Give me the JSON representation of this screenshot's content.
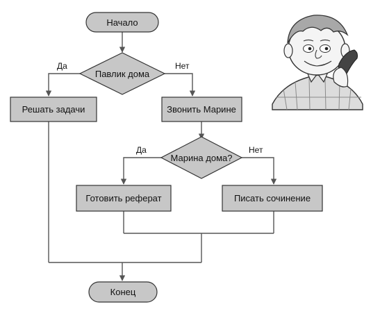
{
  "flowchart": {
    "start": "Начало",
    "decision1": {
      "text": "Павлик дома",
      "yes": "Да",
      "no": "Нет"
    },
    "yes1_action": "Решать задачи",
    "no1_action": "Звонить Марине",
    "decision2": {
      "text": "Марина дома?",
      "yes": "Да",
      "no": "Нет"
    },
    "yes2_action": "Готовить реферат",
    "no2_action": "Писать сочинение",
    "end": "Конец"
  }
}
